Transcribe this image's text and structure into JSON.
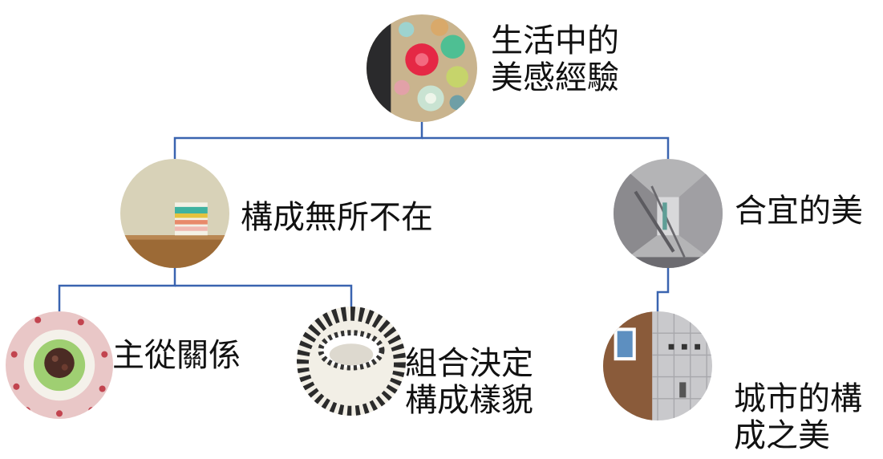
{
  "diagram": {
    "connector_color": "#3a64b0",
    "root": {
      "label": "生活中的\n美感經驗",
      "image": "colorful-bowls-photo"
    },
    "left": {
      "label": "構成無所不在",
      "image": "stacked-bowls-photo"
    },
    "right": {
      "label": "合宜的美",
      "image": "corridor-interior-photo"
    },
    "left_left": {
      "label": "主從關係",
      "image": "plated-dish-photo"
    },
    "left_right": {
      "label": "組合決定\n構成樣貌",
      "image": "striped-ceramic-bowl-photo"
    },
    "right_right": {
      "label": "城市的構\n成之美",
      "image": "building-facade-photo"
    }
  }
}
